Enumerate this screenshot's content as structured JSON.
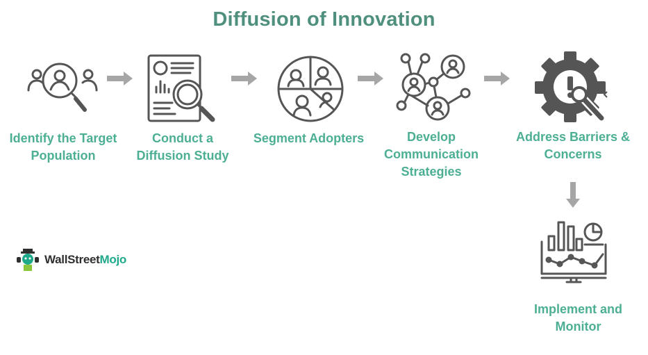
{
  "title": "Diffusion of Innovation",
  "colors": {
    "title": "#4f8f7e",
    "label": "#4caf94",
    "icon": "#555555",
    "arrow": "#a6a6a6"
  },
  "steps": [
    {
      "icon": "target-population-icon",
      "line1": "Identify the Target",
      "line2": "Population"
    },
    {
      "icon": "diffusion-study-icon",
      "line1": "Conduct a",
      "line2": "Diffusion Study"
    },
    {
      "icon": "segment-adopters-icon",
      "line1": "Segment Adopters"
    },
    {
      "icon": "communication-network-icon",
      "line1": "Develop",
      "line2": "Communication",
      "line3": "Strategies"
    },
    {
      "icon": "gear-wrench-icon",
      "line1": "Address Barriers &",
      "line2": "Concerns"
    },
    {
      "icon": "monitor-analytics-icon",
      "line1": "Implement and",
      "line2": "Monitor"
    }
  ],
  "logo": {
    "part1": "Wall",
    "part2": "Street",
    "part3": "Mojo"
  }
}
